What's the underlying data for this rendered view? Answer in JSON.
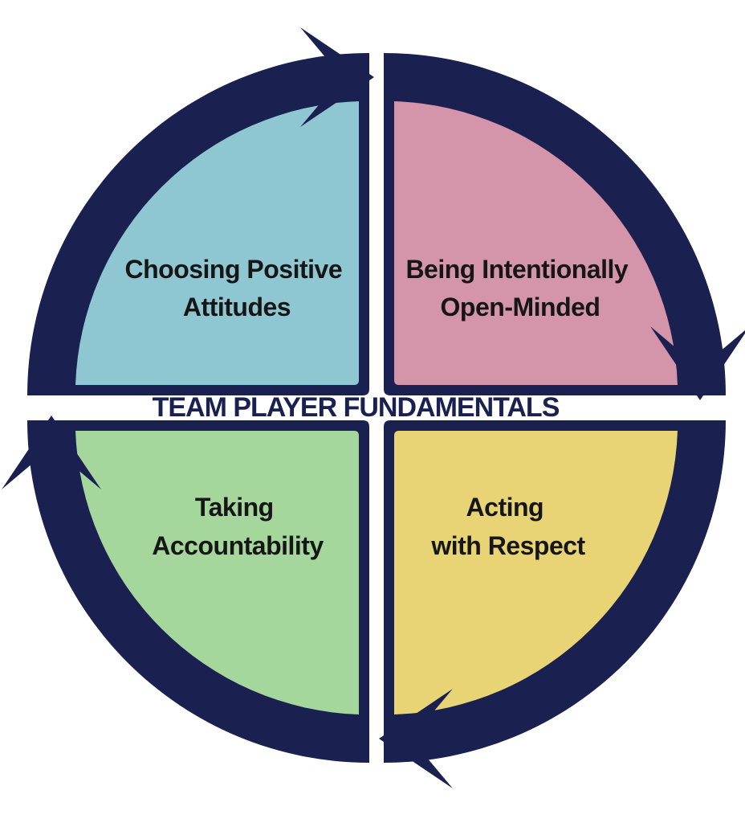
{
  "diagram": {
    "title": "TEAM PLAYER FUNDAMENTALS",
    "flow_direction": "clockwise",
    "arrow_color": "#1a2150",
    "label_text_color": "#161616",
    "quadrants": [
      {
        "position": "top-left",
        "label_line1": "Choosing Positive",
        "label_line2": "Attitudes",
        "color": "#8ec7d2"
      },
      {
        "position": "top-right",
        "label_line1": "Being Intentionally",
        "label_line2": "Open-Minded",
        "color": "#d494a9"
      },
      {
        "position": "bottom-left",
        "label_line1": "Taking",
        "label_line2": "Accountability",
        "color": "#a5d69c"
      },
      {
        "position": "bottom-right",
        "label_line1": "Acting",
        "label_line2": "with Respect",
        "color": "#e8d475"
      }
    ]
  }
}
